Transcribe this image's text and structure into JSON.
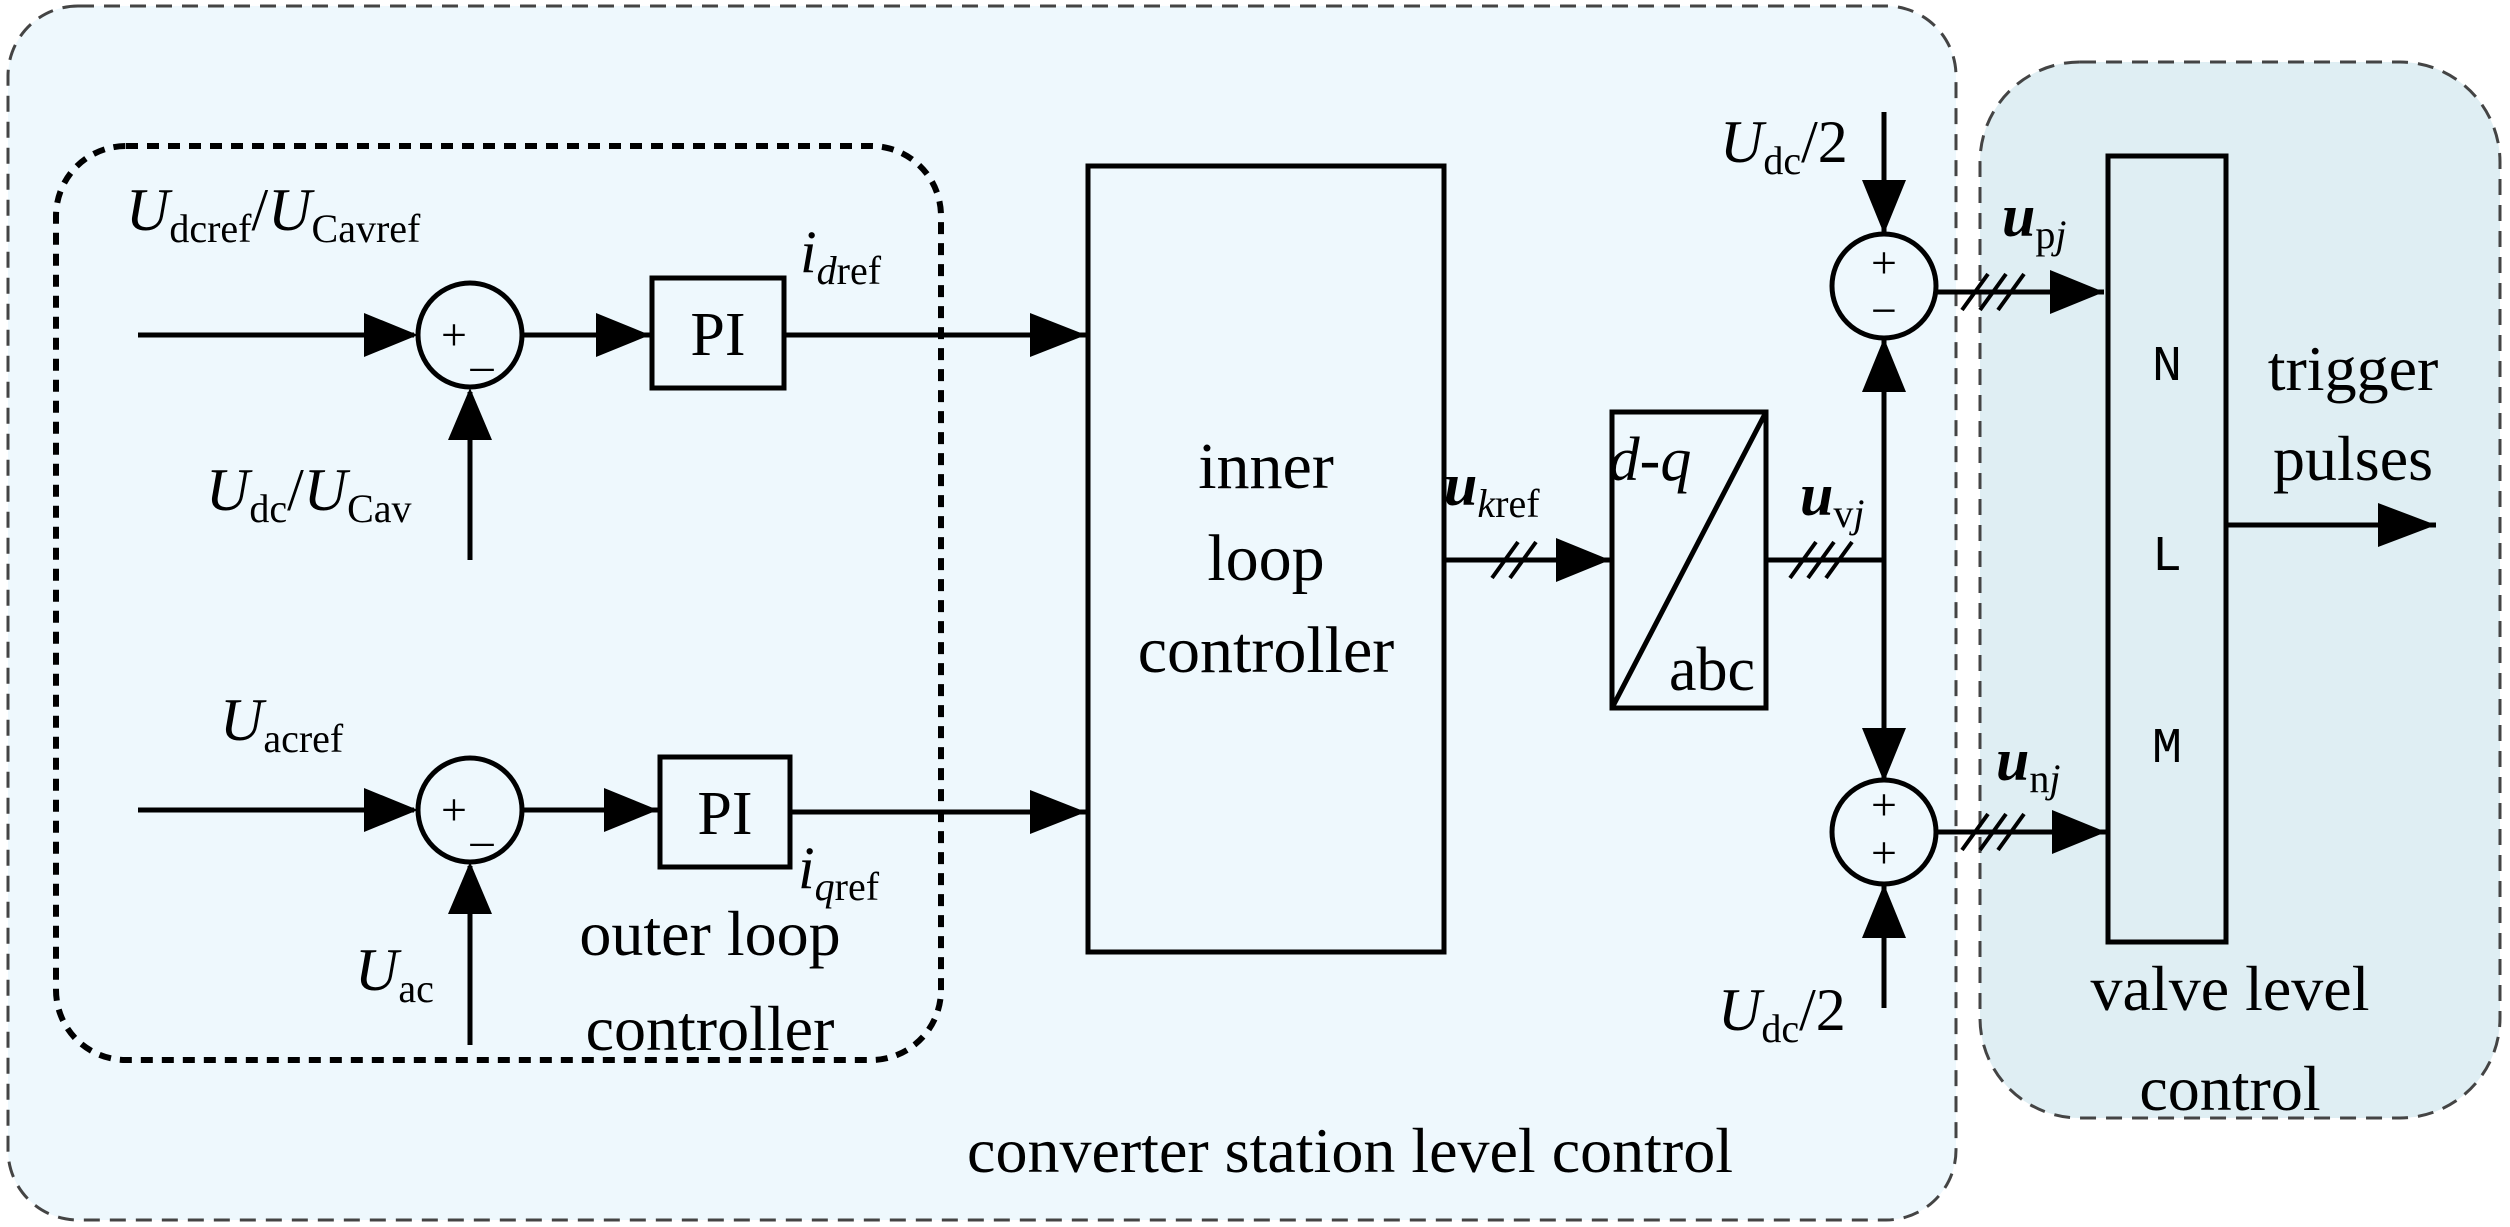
{
  "colors": {
    "station_region_fill": "#eef8fd",
    "valve_region_fill": "#dfeef3",
    "line": "#000000"
  },
  "regions": {
    "converter_station": "converter station level control",
    "valve_level_line1": "valve level",
    "valve_level_line2": "control",
    "outer_loop_line1": "outer loop",
    "outer_loop_line2": "controller"
  },
  "blocks": {
    "pi_top": "PI",
    "pi_bottom": "PI",
    "inner_line1": "inner",
    "inner_line2": "loop",
    "inner_line3": "controller",
    "dq_top": "d-q",
    "dq_bottom": "abc",
    "nlm_n": "N",
    "nlm_l": "L",
    "nlm_m": "M"
  },
  "signals": {
    "udcref_main1": "U",
    "udcref_sub1": "dcref",
    "udcref_slash": "/",
    "udcref_main2": "U",
    "udcref_sub2": "Cavref",
    "udc_main1": "U",
    "udc_sub1": "dc",
    "udc_slash": "/",
    "udc_main2": "U",
    "udc_sub2": "Cav",
    "uacref_main": "U",
    "uacref_sub": "acref",
    "uac_main": "U",
    "uac_sub": "ac",
    "idref_main": "i",
    "idref_sub_it": "d",
    "idref_sub": "ref",
    "iqref_main": "i",
    "iqref_sub_it": "q",
    "iqref_sub": "ref",
    "ukref_main": "u",
    "ukref_sub_it": "k",
    "ukref_sub": "ref",
    "uvj_main": "u",
    "uvj_sub": "v",
    "uvj_sub_it": "j",
    "upj_main": "u",
    "upj_sub": "p",
    "upj_sub_it": "j",
    "unj_main": "u",
    "unj_sub": "n",
    "unj_sub_it": "j",
    "udc2_top_main": "U",
    "udc2_top_sub": "dc",
    "udc2_top_tail": "/2",
    "udc2_bot_main": "U",
    "udc2_bot_sub": "dc",
    "udc2_bot_tail": "/2",
    "trigger_line1": "trigger",
    "trigger_line2": "pulses"
  },
  "summers": {
    "s1_plus": "+",
    "s1_minus": "_",
    "s2_plus": "+",
    "s2_minus": "_",
    "s3_plus": "+",
    "s3_minus": "−",
    "s4_plus_top": "+",
    "s4_plus_bot": "+"
  }
}
